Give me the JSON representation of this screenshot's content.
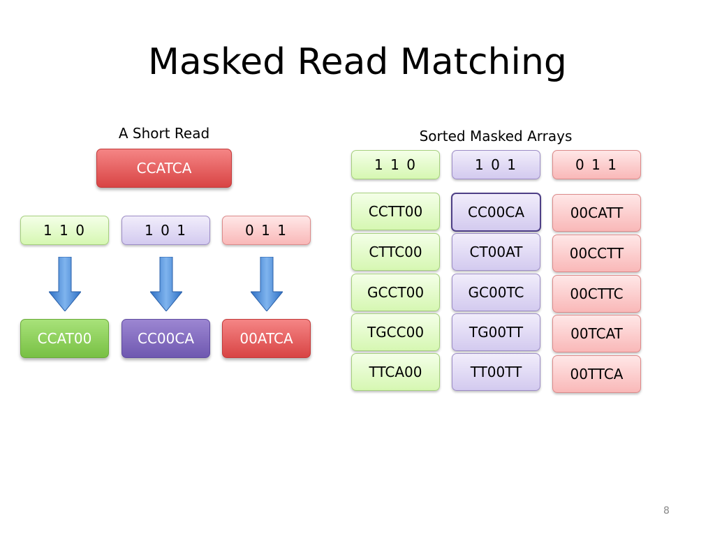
{
  "title": "Masked Read Matching",
  "left_heading": "A Short Read",
  "right_heading": "Sorted Masked Arrays",
  "short_read": "CCATCA",
  "masks": [
    "1  1  0",
    "1  0  1",
    "0  1  1"
  ],
  "masked_reads": [
    "CCAT00",
    "CC00CA",
    "00ATCA"
  ],
  "arrays": [
    {
      "mask": "1  1  0",
      "items": [
        "CCTT00",
        "CTTC00",
        "GCCT00",
        "TGCC00",
        "TTCA00"
      ]
    },
    {
      "mask": "1  0  1",
      "items": [
        "CC00CA",
        "CT00AT",
        "GC00TC",
        "TG00TT",
        "TT00TT"
      ]
    },
    {
      "mask": "0  1  1",
      "items": [
        "00CATT",
        "00CCTT",
        "00CTTC",
        "00TCAT",
        "00TTCA"
      ]
    }
  ],
  "page_number": "8"
}
